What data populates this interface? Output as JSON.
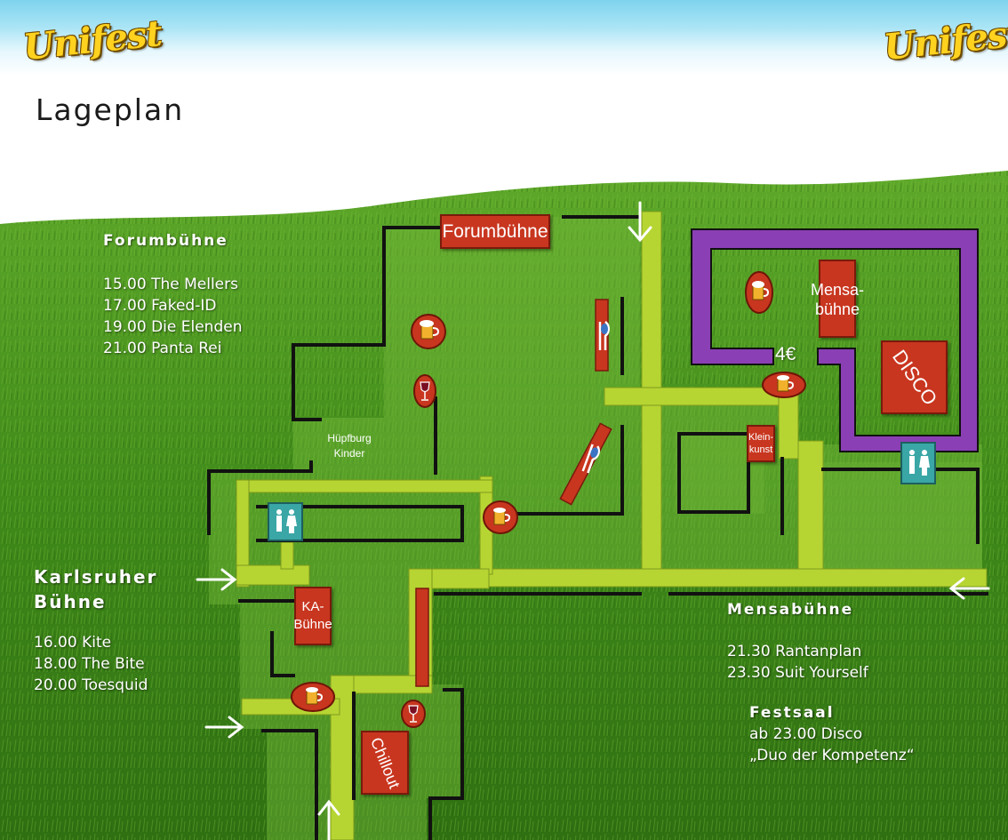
{
  "header": {
    "logo_left": "Unifest",
    "logo_right": "Unifest",
    "title": "Lageplan"
  },
  "stages": {
    "forum": {
      "heading": "Forumbühne",
      "schedule": [
        "15.00 The Mellers",
        "17.00 Faked-ID",
        "19.00 Die Elenden",
        "21.00 Panta Rei"
      ]
    },
    "karlsruher": {
      "heading_line1": "Karlsruher",
      "heading_line2": "Bühne",
      "schedule": [
        "16.00 Kite",
        "18.00 The Bite",
        "20.00 Toesquid"
      ]
    },
    "mensa": {
      "heading": "Mensabühne",
      "schedule": [
        "21.30 Rantanplan",
        "23.30 Suit Yourself"
      ]
    },
    "festsaal": {
      "heading": "Festsaal",
      "line1": "ab 23.00 Disco",
      "line2": "„Duo der Kompetenz“"
    }
  },
  "map": {
    "labels": {
      "forumbuehne": "Forumbühne",
      "mensa_line1": "Mensa-",
      "mensa_line2": "bühne",
      "disco": "DISCO",
      "klein_line1": "Klein-",
      "klein_line2": "kunst",
      "ka_line1": "KA-",
      "ka_line2": "Bühne",
      "chillout": "Chillout",
      "kinder_line1": "Hüpfburg",
      "kinder_line2": "Kinder",
      "price": "4€"
    },
    "icons": [
      "beer-icon",
      "wine-icon",
      "cutlery-icon",
      "toilet-icon",
      "entrance-arrow-icon"
    ],
    "colors": {
      "grass": "#4e9a22",
      "path": "#b6d532",
      "wall": "#111111",
      "mensa_area": "#8a3fb4",
      "stage_box": "#c8361f",
      "toilet": "#3aa6a6"
    }
  }
}
